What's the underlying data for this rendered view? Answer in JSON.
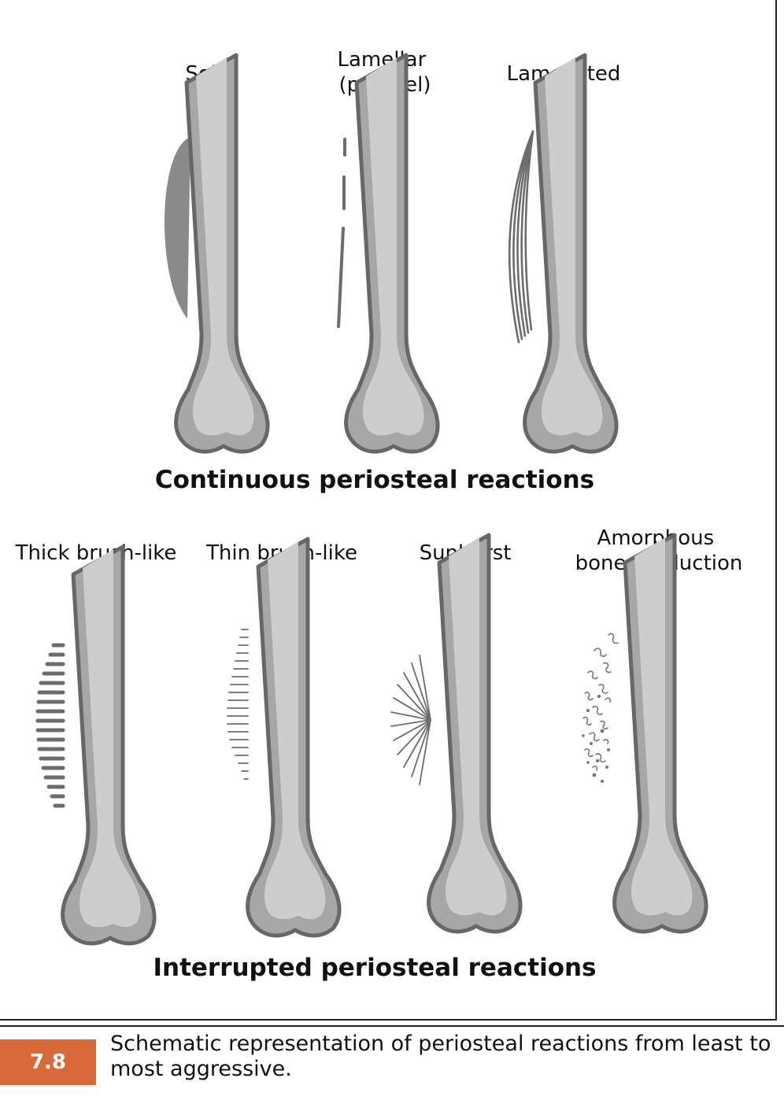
{
  "top": {
    "labels": [
      {
        "lines": [
          "Solid"
        ]
      },
      {
        "lines": [
          "Lamellar",
          "(parallel)"
        ]
      },
      {
        "lines": [
          "Lamellated"
        ]
      }
    ],
    "section_title": "Continuous periosteal reactions"
  },
  "bottom": {
    "labels": [
      {
        "lines": [
          "Thick brush-like"
        ]
      },
      {
        "lines": [
          "Thin brush-like"
        ]
      },
      {
        "lines": [
          "Sunburst"
        ]
      },
      {
        "lines": [
          "Amorphous",
          "bone production"
        ]
      }
    ],
    "section_title": "Interrupted periosteal reactions"
  },
  "caption": {
    "figure_number": "7.8",
    "text": "Schematic representation of periosteal reactions from least to most aggressive."
  },
  "colors": {
    "caption_badge": "#d9693a",
    "bone_outer": "#a7a7a7",
    "bone_inner": "#cdcdcd",
    "bone_outline": "#676767"
  }
}
